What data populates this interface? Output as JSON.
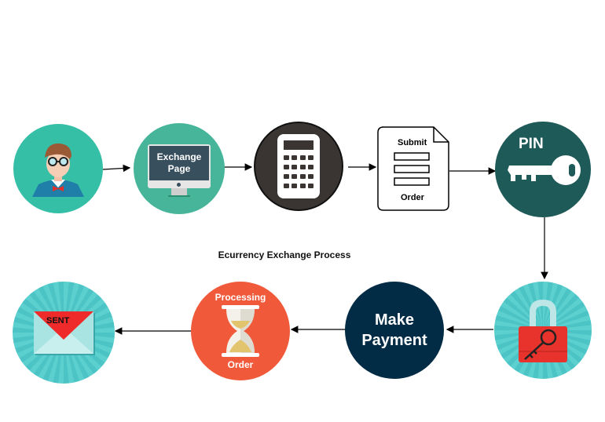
{
  "title": "Ecurrency Exchange Process",
  "steps": {
    "user": {
      "icon": "user-avatar-icon"
    },
    "exchange_page": {
      "label_line1": "Exchange",
      "label_line2": "Page"
    },
    "calculator": {
      "icon": "calculator-icon"
    },
    "order_form": {
      "top_label": "Submit",
      "bottom_label": "Order"
    },
    "pin": {
      "label": "PIN",
      "icon": "key-icon"
    },
    "lock": {
      "icon": "padlock-icon"
    },
    "payment": {
      "label_line1": "Make",
      "label_line2": "Payment"
    },
    "processing": {
      "top_label": "Processing",
      "bottom_label": "Order",
      "icon": "hourglass-icon"
    },
    "sent": {
      "label": "SENT",
      "icon": "envelope-icon"
    }
  },
  "colors": {
    "teal": "#35bfa6",
    "dark_teal": "#1e5a58",
    "navy": "#022c45",
    "orange": "#f05a3a",
    "light_teal": "#5ccfcf"
  }
}
